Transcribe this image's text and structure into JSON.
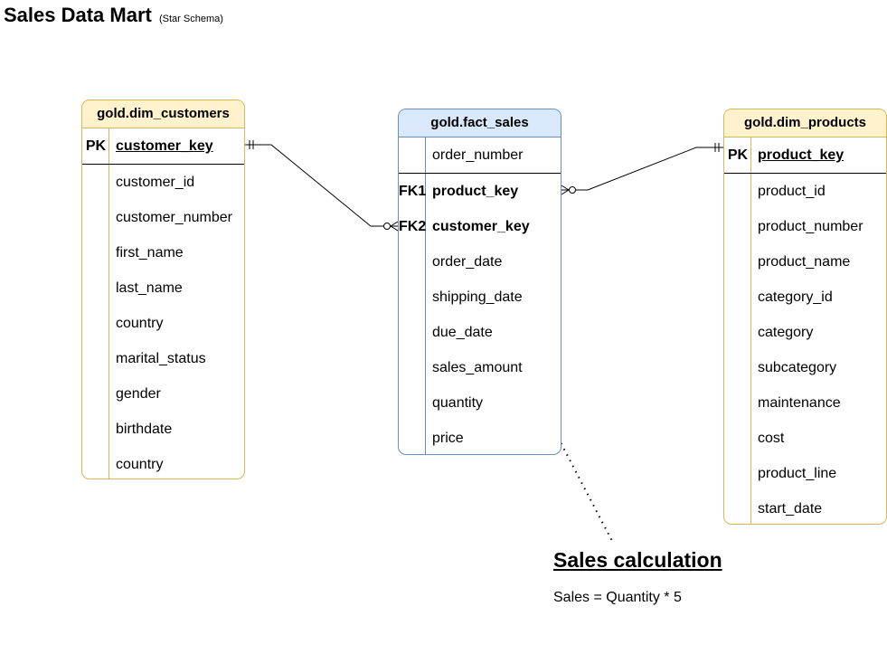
{
  "title": "Sales Data Mart",
  "subtitle": "(Star Schema)",
  "tables": {
    "customers": {
      "name": "gold.dim_customers",
      "rows": [
        {
          "key": "PK",
          "col": "customer_key"
        },
        {
          "key": "",
          "col": "customer_id"
        },
        {
          "key": "",
          "col": "customer_number"
        },
        {
          "key": "",
          "col": "first_name"
        },
        {
          "key": "",
          "col": "last_name"
        },
        {
          "key": "",
          "col": "country"
        },
        {
          "key": "",
          "col": "marital_status"
        },
        {
          "key": "",
          "col": "gender"
        },
        {
          "key": "",
          "col": "birthdate"
        },
        {
          "key": "",
          "col": "country"
        }
      ]
    },
    "fact": {
      "name": "gold.fact_sales",
      "rows": [
        {
          "key": "",
          "col": "order_number"
        },
        {
          "key": "FK1",
          "col": "product_key"
        },
        {
          "key": "FK2",
          "col": "customer_key"
        },
        {
          "key": "",
          "col": "order_date"
        },
        {
          "key": "",
          "col": "shipping_date"
        },
        {
          "key": "",
          "col": "due_date"
        },
        {
          "key": "",
          "col": "sales_amount"
        },
        {
          "key": "",
          "col": "quantity"
        },
        {
          "key": "",
          "col": "price"
        }
      ]
    },
    "products": {
      "name": "gold.dim_products",
      "rows": [
        {
          "key": "PK",
          "col": "product_key"
        },
        {
          "key": "",
          "col": "product_id"
        },
        {
          "key": "",
          "col": "product_number"
        },
        {
          "key": "",
          "col": "product_name"
        },
        {
          "key": "",
          "col": "category_id"
        },
        {
          "key": "",
          "col": "category"
        },
        {
          "key": "",
          "col": "subcategory"
        },
        {
          "key": "",
          "col": "maintenance"
        },
        {
          "key": "",
          "col": "cost"
        },
        {
          "key": "",
          "col": "product_line"
        },
        {
          "key": "",
          "col": "start_date"
        }
      ]
    }
  },
  "note": {
    "title": "Sales calculation",
    "text": "Sales = Quantity * 5"
  },
  "colors": {
    "dim_fill": "#fff2cc",
    "dim_border": "#d6b656",
    "fact_fill": "#dae8fc",
    "fact_border": "#6c8ebf"
  }
}
